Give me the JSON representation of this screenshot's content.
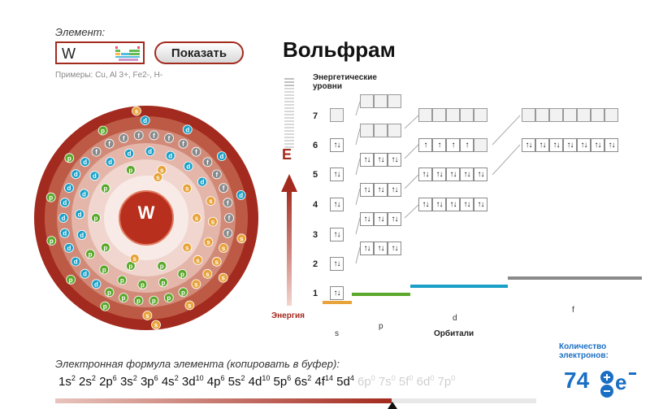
{
  "form": {
    "element_label": "Элемент:",
    "element_value": "W",
    "show_button": "Показать",
    "examples": "Примеры: Cu, Al 3+, Fe2-, H-"
  },
  "element_name": "Вольфрам",
  "atom": {
    "symbol": "W"
  },
  "diagram": {
    "levels_title": "Энергетические уровни",
    "energy_axis_letter": "E",
    "energy_label": "Энергия",
    "orbitals_label": "Орбитали",
    "level_numbers": [
      "7",
      "6",
      "5",
      "4",
      "3",
      "2",
      "1"
    ],
    "sublevel_names": [
      "s",
      "p",
      "d",
      "f"
    ]
  },
  "formula": {
    "label": "Электронная формула элемента (копировать в буфер):",
    "terms": [
      {
        "t": "1s",
        "e": "2"
      },
      {
        "t": "2s",
        "e": "2"
      },
      {
        "t": "2p",
        "e": "6"
      },
      {
        "t": "3s",
        "e": "2"
      },
      {
        "t": "3p",
        "e": "6"
      },
      {
        "t": "4s",
        "e": "2"
      },
      {
        "t": "3d",
        "e": "10"
      },
      {
        "t": "4p",
        "e": "6"
      },
      {
        "t": "5s",
        "e": "2"
      },
      {
        "t": "4d",
        "e": "10"
      },
      {
        "t": "5p",
        "e": "6"
      },
      {
        "t": "6s",
        "e": "2"
      },
      {
        "t": "4f",
        "e": "14"
      },
      {
        "t": "5d",
        "e": "4"
      }
    ],
    "dim_terms": [
      {
        "t": "6p",
        "e": "0"
      },
      {
        "t": "7s",
        "e": "0"
      },
      {
        "t": "5f",
        "e": "0"
      },
      {
        "t": "6d",
        "e": "0"
      },
      {
        "t": "7p",
        "e": "0"
      }
    ],
    "fill_fraction": 0.7
  },
  "electron_count": {
    "label": "Количество электронов:",
    "value": "74"
  },
  "colors": {
    "accent": "#a32a1e",
    "s": "#e8a33a",
    "p": "#5ba82c",
    "d": "#1aa0c8",
    "f": "#8a8a8a",
    "count": "#1a6fc4"
  }
}
